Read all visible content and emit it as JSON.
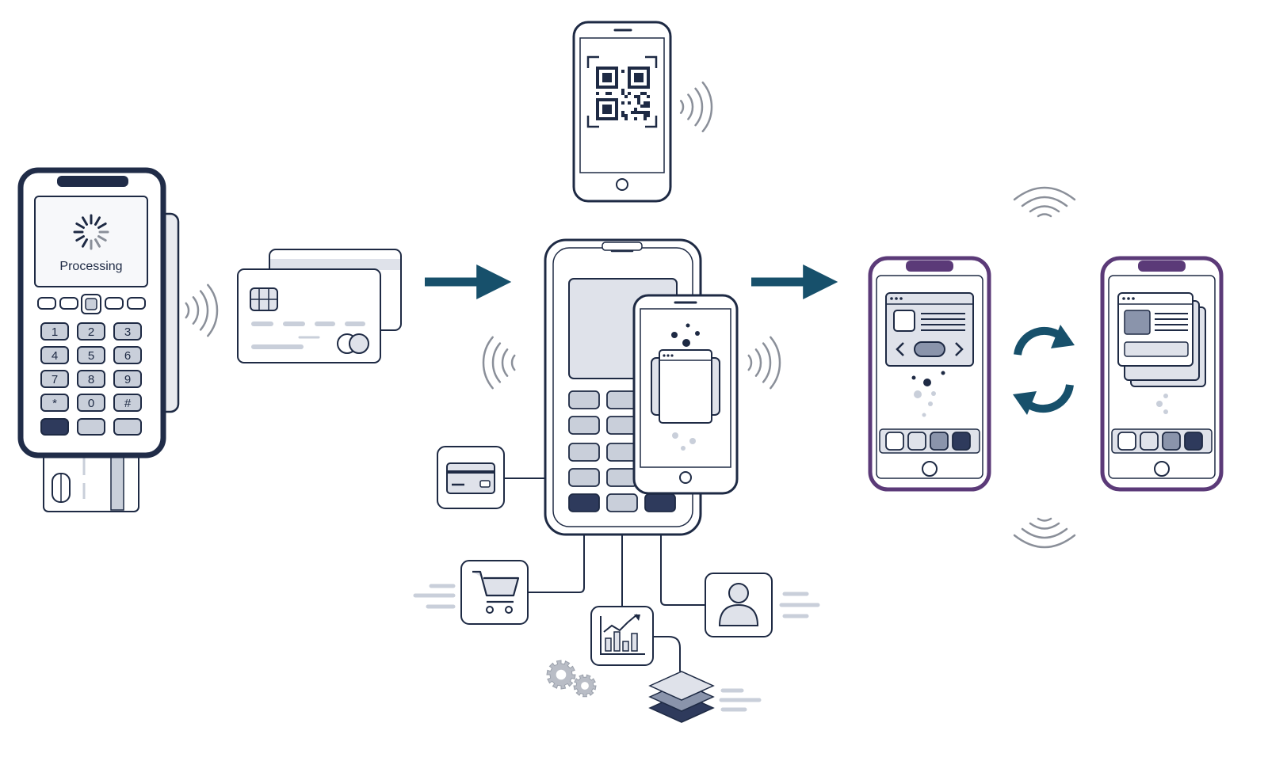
{
  "terminal": {
    "screen_status": "Processing"
  },
  "keypad": {
    "keys": [
      "1",
      "2",
      "3",
      "4",
      "5",
      "6",
      "7",
      "8",
      "9",
      "*",
      "0",
      "#"
    ]
  },
  "colors": {
    "ink": "#1e2a44",
    "navy_bezel": "#202c48",
    "purple_bezel": "#5b3a78",
    "arrow": "#17506b",
    "screen_fill": "#f1f2f6",
    "key_fill": "#c9cfda",
    "dark_key": "#2e3a5c",
    "wave": "#8a8f99"
  },
  "icons": [
    "payment-terminal",
    "credit-card",
    "flow-arrow",
    "qr-code-phone",
    "pos-terminal",
    "mobile-wallet-phone",
    "card-icon",
    "shopping-cart-icon",
    "analytics-chart-icon",
    "user-profile-icon",
    "gears-icon",
    "layers-icon",
    "web-app-phone",
    "sync-icon",
    "contactless-wave-icon"
  ]
}
